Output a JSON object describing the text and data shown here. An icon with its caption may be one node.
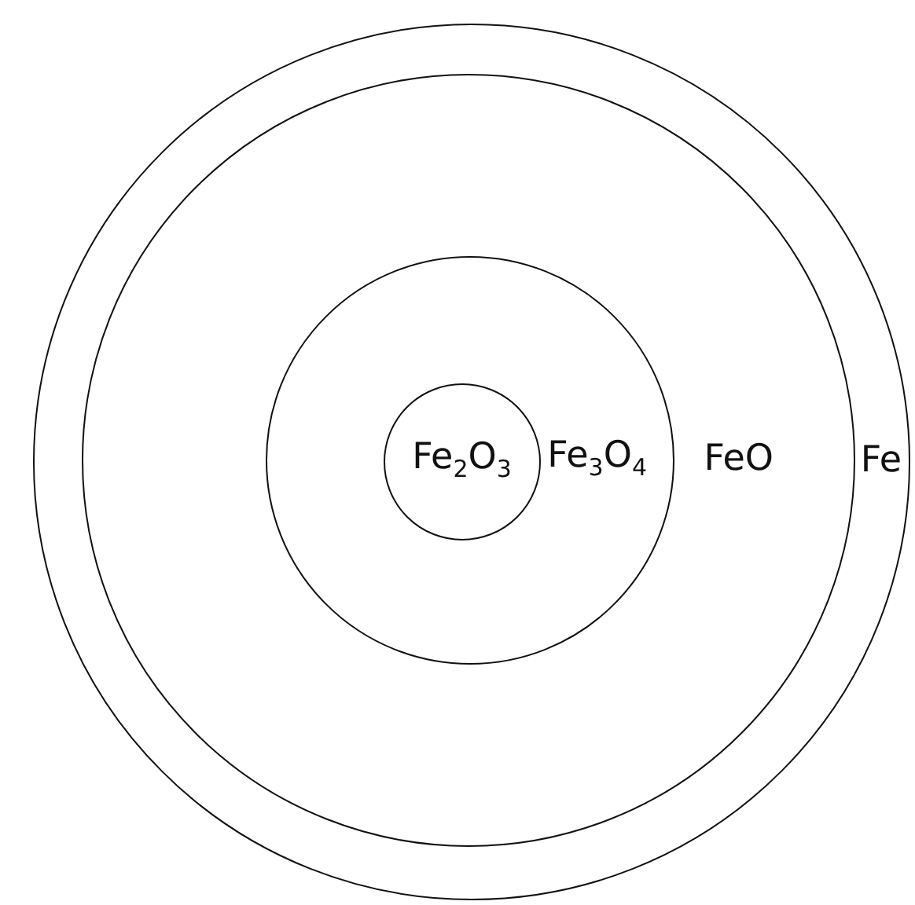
{
  "diagram": {
    "nodes": [
      {
        "text": [
          "Fe"
        ]
      },
      {
        "text": [
          "FeO"
        ],
        "in": 0
      },
      {
        "text": [
          "Fe$_{3}$O$_{4}$"
        ],
        "in": 1
      },
      {
        "text": [
          "Fe$_{2}$O$_{3}$"
        ],
        "in": 2
      }
    ]
  }
}
